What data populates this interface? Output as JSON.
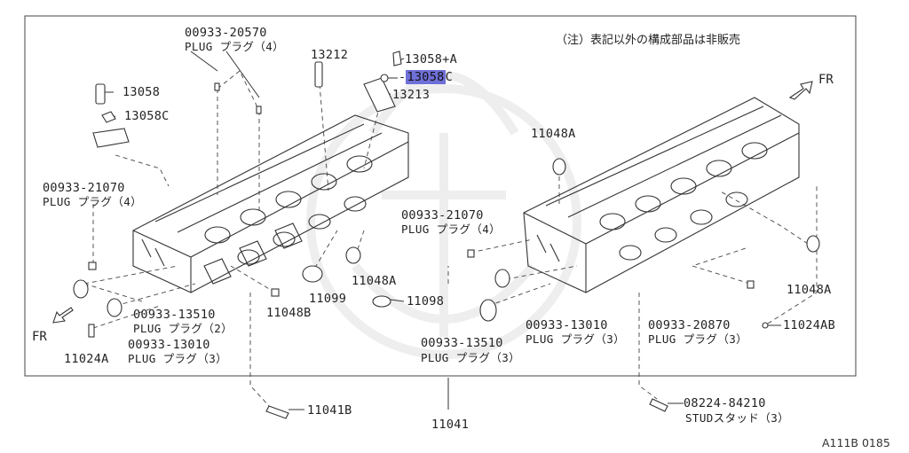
{
  "note": "（注）表記以外の構成部品は非販売",
  "direction_labels": {
    "fr_right": "FR",
    "fr_left": "FR"
  },
  "parts": {
    "p00933_20570": {
      "number": "00933-20570",
      "desc": "PLUG プラグ（4）"
    },
    "p13212": {
      "number": "13212"
    },
    "p13058A": {
      "number": "13058+A"
    },
    "p13058C_sel": {
      "prefix": "13058",
      "suffix": "C"
    },
    "p13213": {
      "number": "13213"
    },
    "p13058": {
      "number": "13058"
    },
    "p13058C": {
      "number": "13058C"
    },
    "p00933_21070_l": {
      "number": "00933-21070",
      "desc": "PLUG プラグ（4）"
    },
    "p11048A_top": {
      "number": "11048A"
    },
    "p00933_21070_r": {
      "number": "00933-21070",
      "desc": "PLUG プラグ（4）"
    },
    "p11099": {
      "number": "11099"
    },
    "p11048A_mid": {
      "number": "11048A"
    },
    "p11098": {
      "number": "11098"
    },
    "p11048B": {
      "number": "11048B"
    },
    "p00933_13510_l": {
      "number": "00933-13510",
      "desc": "PLUG プラグ（2）"
    },
    "p00933_13010_l": {
      "number": "00933-13010",
      "desc": "PLUG プラグ（3）"
    },
    "p11024A": {
      "number": "11024A"
    },
    "p00933_13010_r": {
      "number": "00933-13010",
      "desc": "PLUG プラグ（3）"
    },
    "p00933_13510_r": {
      "number": "00933-13510",
      "desc": "PLUG プラグ（3）"
    },
    "p00933_20870": {
      "number": "00933-20870",
      "desc": "PLUG プラグ（3）"
    },
    "p11024AB": {
      "number": "11024AB"
    },
    "p11048A_right": {
      "number": "11048A"
    },
    "p11041B": {
      "number": "11041B"
    },
    "p11041": {
      "number": "11041"
    },
    "p08224_84210": {
      "number": "08224-84210",
      "desc": "STUDスタッド（3）"
    }
  },
  "figure_ref": "A111B 0185"
}
